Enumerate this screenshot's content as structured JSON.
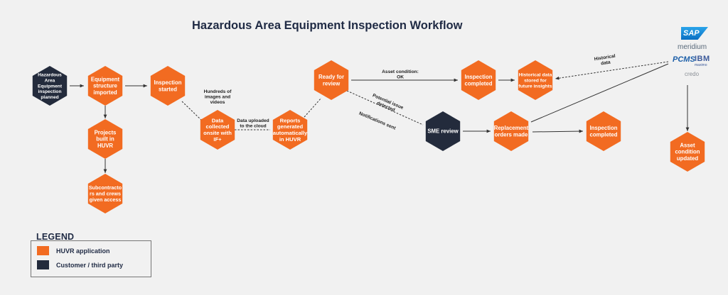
{
  "title": "Hazardous Area Equipment Inspection Workflow",
  "colors": {
    "huvr": "#f26b21",
    "customer": "#232b3c",
    "background": "#f1f1f1",
    "line": "#333333"
  },
  "nodes": [
    {
      "id": "planned",
      "type": "customer",
      "lines": [
        "Hazardous",
        "Area",
        "Equipment",
        "inspection",
        "planned"
      ]
    },
    {
      "id": "imported",
      "type": "huvr",
      "lines": [
        "Equipment",
        "structure",
        "imported"
      ]
    },
    {
      "id": "projects",
      "type": "huvr",
      "lines": [
        "Projects",
        "built in",
        "HUVR"
      ]
    },
    {
      "id": "subs",
      "type": "huvr",
      "lines": [
        "Subcontracto",
        "rs and crews",
        "given access"
      ]
    },
    {
      "id": "started",
      "type": "huvr",
      "lines": [
        "Inspection",
        "started"
      ]
    },
    {
      "id": "data",
      "type": "huvr",
      "lines": [
        "Data",
        "collected",
        "onsite with",
        "IF+"
      ]
    },
    {
      "id": "reports",
      "type": "huvr",
      "lines": [
        "Reports",
        "generated",
        "automatically",
        "in HUVR"
      ]
    },
    {
      "id": "ready",
      "type": "huvr",
      "lines": [
        "Ready for",
        "review"
      ]
    },
    {
      "id": "completed1",
      "type": "huvr",
      "lines": [
        "Inspection",
        "completed"
      ]
    },
    {
      "id": "historical",
      "type": "huvr",
      "lines": [
        "Historical data",
        "stored for",
        "future insights"
      ]
    },
    {
      "id": "sme",
      "type": "customer",
      "lines": [
        "SME review"
      ]
    },
    {
      "id": "replacement",
      "type": "huvr",
      "lines": [
        "Replacement",
        "orders made"
      ]
    },
    {
      "id": "completed2",
      "type": "huvr",
      "lines": [
        "Inspection",
        "completed"
      ]
    },
    {
      "id": "asset",
      "type": "huvr",
      "lines": [
        "Asset",
        "condition",
        "updated"
      ]
    }
  ],
  "edge_labels": [
    {
      "id": "hundreds",
      "lines": [
        "Hundreds of",
        "images and",
        "videos"
      ]
    },
    {
      "id": "uploaded",
      "lines": [
        "Data uploaded",
        "to the cloud"
      ]
    },
    {
      "id": "asset-ok",
      "lines": [
        "Asset condition:",
        "OK"
      ]
    },
    {
      "id": "potential",
      "lines": [
        "Potential issue",
        "detected"
      ]
    },
    {
      "id": "notifications",
      "lines": [
        "Notifications sent"
      ]
    },
    {
      "id": "hist-data",
      "lines": [
        "Historical",
        "data"
      ]
    }
  ],
  "legend": {
    "title": "LEGEND",
    "items": [
      {
        "label": "HUVR application",
        "color": "#f26b21"
      },
      {
        "label": "Customer / third party",
        "color": "#232b3c"
      }
    ]
  },
  "logos": {
    "sap": "SAP",
    "meridium": "meridium",
    "pcms": "PCMS",
    "ibm": "IBM",
    "maximo": "maximo",
    "credo": "credo"
  }
}
